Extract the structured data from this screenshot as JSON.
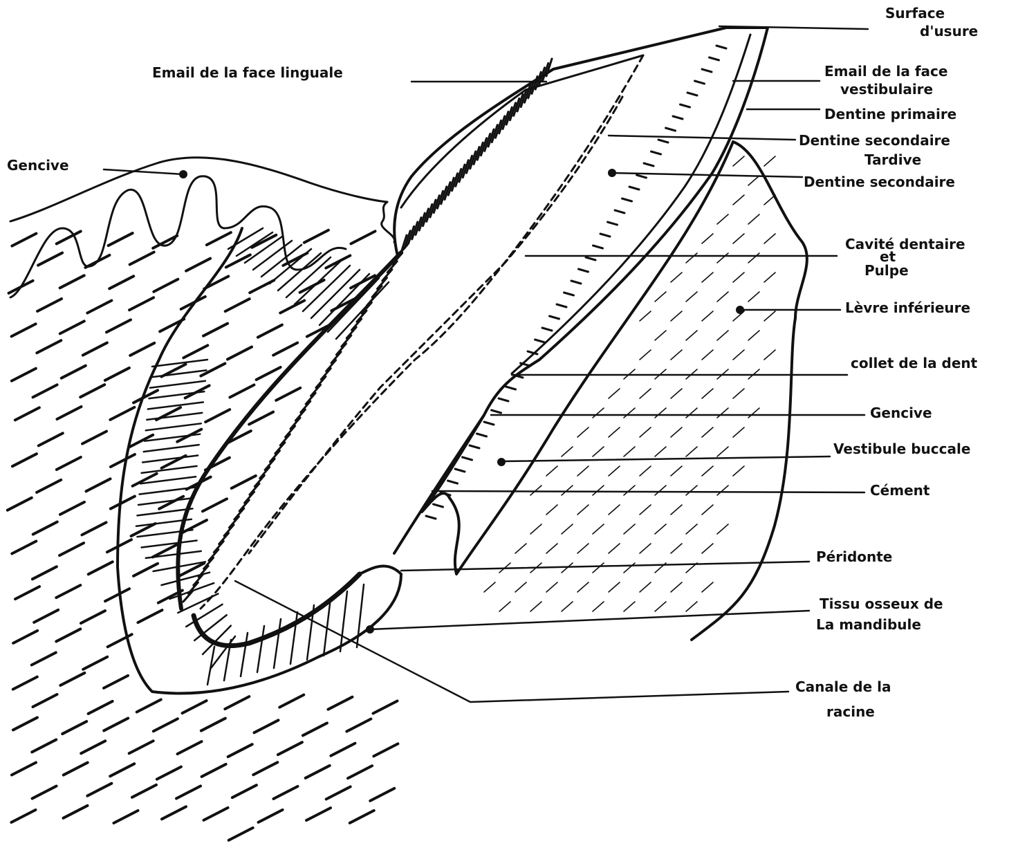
{
  "diagram": {
    "ink_color": "#111111",
    "background": "#ffffff",
    "labels": {
      "surface_usure_1": "Surface",
      "surface_usure_2": "d'usure",
      "email_linguale": "Email de la face linguale",
      "email_vestibulaire_1": "Email de la face",
      "email_vestibulaire_2": "vestibulaire",
      "dentine_primaire": "Dentine primaire",
      "dentine_sec_tardive_1": "Dentine secondaire",
      "dentine_sec_tardive_2": "Tardive",
      "dentine_secondaire": "Dentine secondaire",
      "cavite_1": "Cavité dentaire",
      "cavite_et": "et",
      "cavite_2": "Pulpe",
      "levre": "Lèvre inférieure",
      "collet": "collet de la dent",
      "gencive_left": "Gencive",
      "gencive_right": "Gencive",
      "vestibule": "Vestibule buccale",
      "cement": "Cément",
      "peridonte": "Péridonte",
      "tissu_1": "Tissu osseux de",
      "tissu_2": "La mandibule",
      "canal_1": "Canale de la",
      "canal_2": "racine"
    }
  }
}
